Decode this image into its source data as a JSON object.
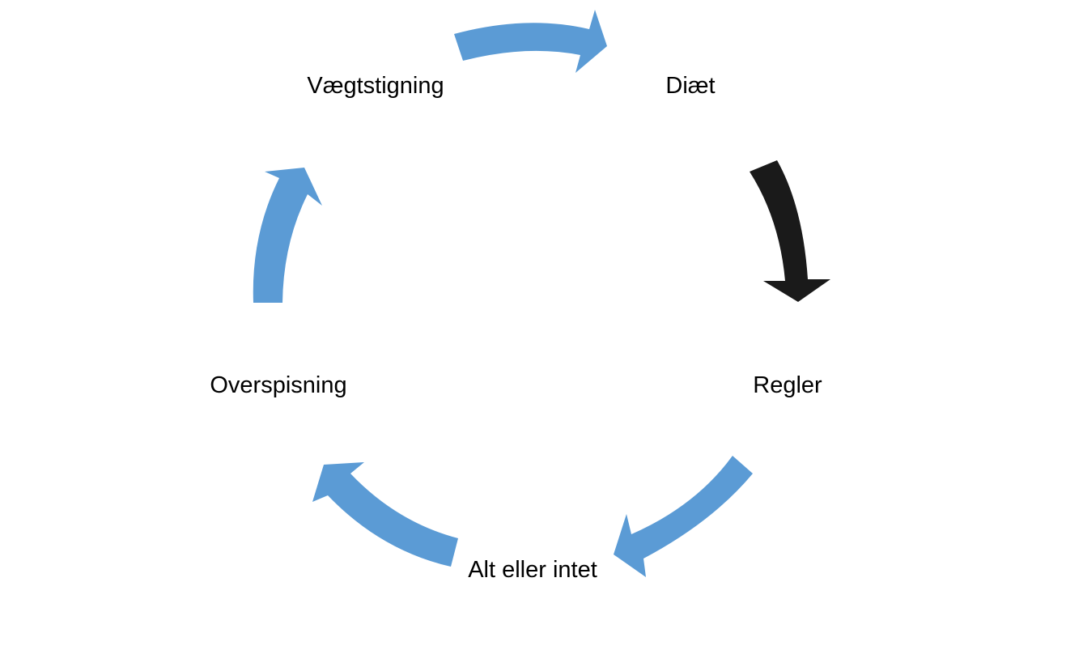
{
  "diagram": {
    "nodes": [
      {
        "id": "weight-gain",
        "label": "Vægtstigning"
      },
      {
        "id": "diet",
        "label": "Diæt"
      },
      {
        "id": "rules",
        "label": "Regler"
      },
      {
        "id": "all-or-nothing",
        "label": "Alt eller intet"
      },
      {
        "id": "overeating",
        "label": "Overspisning"
      }
    ],
    "edges": [
      {
        "from": "weight-gain",
        "to": "diet",
        "color": "#5B9BD5"
      },
      {
        "from": "diet",
        "to": "rules",
        "color": "#1A1A1A"
      },
      {
        "from": "rules",
        "to": "all-or-nothing",
        "color": "#5B9BD5"
      },
      {
        "from": "all-or-nothing",
        "to": "overeating",
        "color": "#5B9BD5"
      },
      {
        "from": "overeating",
        "to": "weight-gain",
        "color": "#5B9BD5"
      }
    ]
  }
}
